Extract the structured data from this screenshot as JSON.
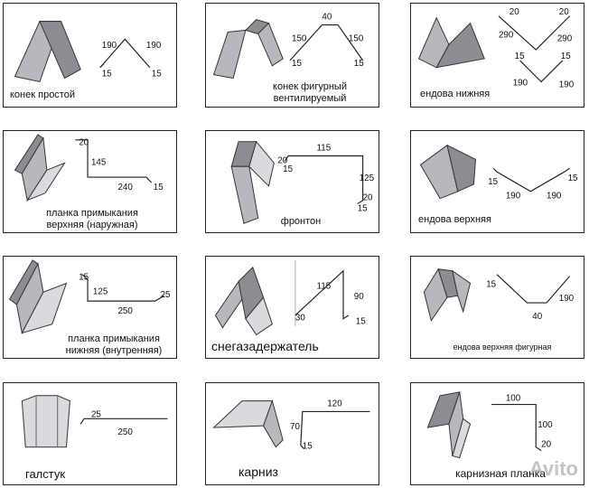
{
  "cards": [
    {
      "id": "konek-prostoy",
      "label": "конек простой",
      "dims": [
        "190",
        "190",
        "15",
        "15"
      ]
    },
    {
      "id": "konek-figurny",
      "label_line1": "конек фигурный",
      "label_line2": "вентилируемый",
      "dims": [
        "40",
        "150",
        "150",
        "15",
        "15"
      ]
    },
    {
      "id": "endova-nizhnyaya",
      "label": "ендова нижняя",
      "dims": [
        "20",
        "20",
        "290",
        "290",
        "15",
        "15",
        "190",
        "190"
      ]
    },
    {
      "id": "planka-verhnyaya",
      "label_line1": "планка примыкания",
      "label_line2": "верхняя (наружная)",
      "dims": [
        "20",
        "145",
        "240",
        "15"
      ]
    },
    {
      "id": "fronton",
      "label": "фронтон",
      "dims": [
        "115",
        "20",
        "15",
        "125",
        "20",
        "15"
      ]
    },
    {
      "id": "endova-verhnyaya",
      "label": "ендова верхняя",
      "dims": [
        "15",
        "190",
        "190",
        "15"
      ]
    },
    {
      "id": "planka-nizhnyaya",
      "label_line1": "планка примыкания",
      "label_line2": "нижняя (внутренняя)",
      "dims": [
        "15",
        "125",
        "25",
        "250"
      ]
    },
    {
      "id": "snegozaderzhatel",
      "label": "снегазадержатель",
      "dims": [
        "115",
        "90",
        "30",
        "15"
      ]
    },
    {
      "id": "endova-verhnyaya-figurnaya",
      "label": "ендова верхняя фигурная",
      "dims": [
        "15",
        "190",
        "40"
      ]
    },
    {
      "id": "galstuk",
      "label": "галстук",
      "dims": [
        "25",
        "250"
      ]
    },
    {
      "id": "karniz",
      "label": "карниз",
      "dims": [
        "120",
        "70",
        "15"
      ]
    },
    {
      "id": "karniznaya-planka",
      "label": "карнизная планка",
      "dims": [
        "100",
        "100",
        "20"
      ]
    }
  ],
  "watermark": "Avito"
}
